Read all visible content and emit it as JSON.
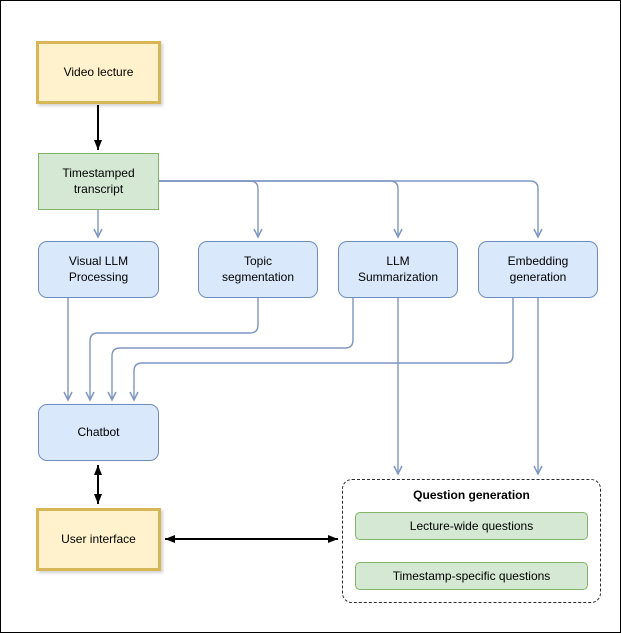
{
  "diagram": {
    "nodes": {
      "video_lecture": {
        "label": "Video lecture"
      },
      "timestamped_transcript": {
        "label": "Timestamped transcript"
      },
      "visual_llm_processing": {
        "label": "Visual LLM Processing"
      },
      "topic_segmentation": {
        "label": "Topic segmentation"
      },
      "llm_summarization": {
        "label": "LLM Summarization"
      },
      "embedding_generation": {
        "label": "Embedding generation"
      },
      "chatbot": {
        "label": "Chatbot"
      },
      "user_interface": {
        "label": "User interface"
      },
      "question_generation": {
        "title": "Question generation",
        "items": [
          {
            "label": "Lecture-wide questions"
          },
          {
            "label": "Timestamp-specific questions"
          }
        ]
      }
    },
    "edges": [
      {
        "from": "video_lecture",
        "to": "timestamped_transcript",
        "style": "black-arrow"
      },
      {
        "from": "timestamped_transcript",
        "to": "visual_llm_processing",
        "style": "blue-arrow"
      },
      {
        "from": "timestamped_transcript",
        "to": "topic_segmentation",
        "style": "blue-arrow"
      },
      {
        "from": "timestamped_transcript",
        "to": "llm_summarization",
        "style": "blue-arrow"
      },
      {
        "from": "timestamped_transcript",
        "to": "embedding_generation",
        "style": "blue-arrow"
      },
      {
        "from": "visual_llm_processing",
        "to": "chatbot",
        "style": "blue-arrow"
      },
      {
        "from": "topic_segmentation",
        "to": "chatbot",
        "style": "blue-arrow"
      },
      {
        "from": "llm_summarization",
        "to": "chatbot",
        "style": "blue-arrow"
      },
      {
        "from": "embedding_generation",
        "to": "chatbot",
        "style": "blue-arrow"
      },
      {
        "from": "llm_summarization",
        "to": "question_generation",
        "style": "blue-arrow"
      },
      {
        "from": "embedding_generation",
        "to": "question_generation",
        "style": "blue-arrow"
      },
      {
        "from": "chatbot",
        "to": "user_interface",
        "style": "black-double-arrow"
      },
      {
        "from": "user_interface",
        "to": "question_generation",
        "style": "black-double-arrow"
      }
    ],
    "colors": {
      "yellow_fill": "#fff2cc",
      "yellow_border": "#d6b656",
      "green_fill": "#d5e8d4",
      "green_border": "#82b366",
      "blue_fill": "#dae8fc",
      "blue_border": "#6c8ebf",
      "connector_blue": "#7e96c2",
      "connector_black": "#000000"
    }
  }
}
